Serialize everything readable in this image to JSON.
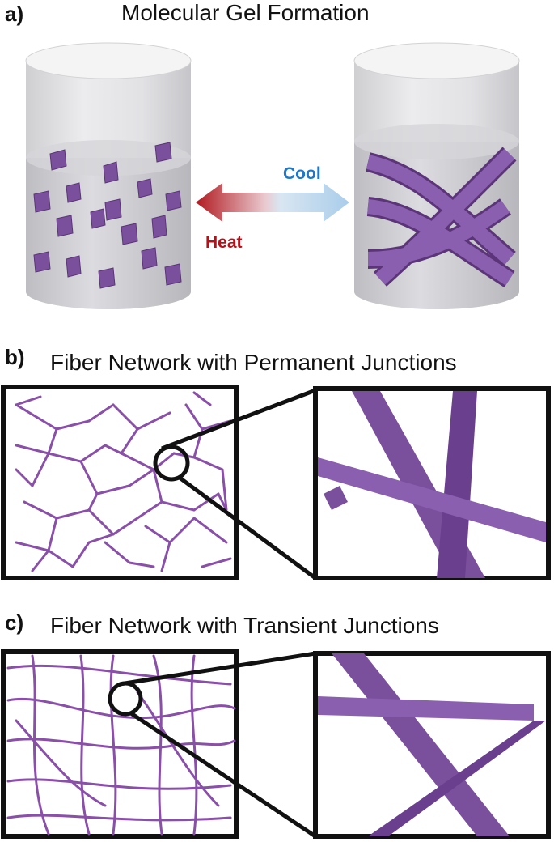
{
  "panel_a": {
    "letter": "a)",
    "title": "Molecular Gel Formation",
    "cool_label": "Cool",
    "heat_label": "Heat",
    "colors": {
      "cool": "#1f77c6",
      "heat": "#b4121b",
      "molecule": "#7a4f9c",
      "fiber": "#8a4fa8"
    }
  },
  "panel_b": {
    "letter": "b)",
    "title": "Fiber Network with Permanent Junctions"
  },
  "panel_c": {
    "letter": "c)",
    "title": "Fiber Network with Transient Junctions"
  }
}
